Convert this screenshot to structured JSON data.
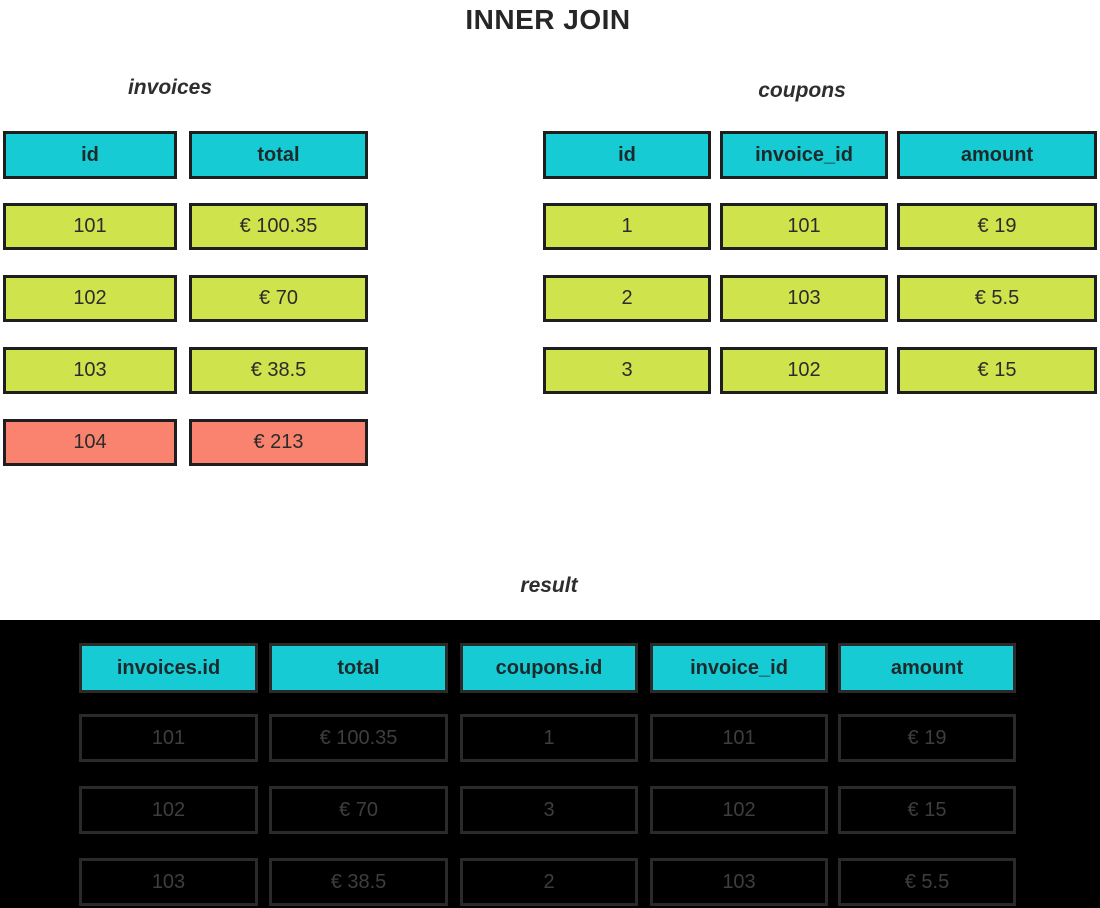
{
  "title": "INNER JOIN",
  "colors": {
    "header_fill": "#16cbd3",
    "matched_row_fill": "#cfe44c",
    "unmatched_row_fill": "#fa8370",
    "cell_border": "#1e1e1e",
    "text_dark": "#2b2b2b",
    "result_panel_background": "#000000",
    "result_cell_border": "#2a2a2a",
    "result_text": "#3e3e3e"
  },
  "tables": {
    "invoices": {
      "label": "invoices",
      "headers": [
        "id",
        "total"
      ],
      "rows": [
        {
          "cells": [
            "101",
            "€ 100.35"
          ],
          "state": "matched"
        },
        {
          "cells": [
            "102",
            "€ 70"
          ],
          "state": "matched"
        },
        {
          "cells": [
            "103",
            "€ 38.5"
          ],
          "state": "matched"
        },
        {
          "cells": [
            "104",
            "€ 213"
          ],
          "state": "unmatched"
        }
      ]
    },
    "coupons": {
      "label": "coupons",
      "headers": [
        "id",
        "invoice_id",
        "amount"
      ],
      "rows": [
        {
          "cells": [
            "1",
            "101",
            "€ 19"
          ],
          "state": "matched"
        },
        {
          "cells": [
            "2",
            "103",
            "€ 5.5"
          ],
          "state": "matched"
        },
        {
          "cells": [
            "3",
            "102",
            "€ 15"
          ],
          "state": "matched"
        }
      ]
    },
    "result": {
      "label": "result",
      "headers": [
        "invoices.id",
        "total",
        "coupons.id",
        "invoice_id",
        "amount"
      ],
      "rows": [
        {
          "cells": [
            "101",
            "€ 100.35",
            "1",
            "101",
            "€ 19"
          ]
        },
        {
          "cells": [
            "102",
            "€ 70",
            "3",
            "102",
            "€ 15"
          ]
        },
        {
          "cells": [
            "103",
            "€ 38.5",
            "2",
            "103",
            "€ 5.5"
          ]
        }
      ]
    }
  }
}
